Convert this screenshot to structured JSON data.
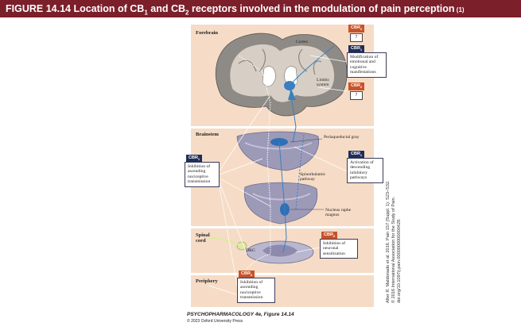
{
  "title": {
    "main": "FIGURE 14.14  Location of CB",
    "sub1": "1",
    "mid": " and CB",
    "sub2": "2",
    "rest": " receptors involved in the modulation of pain perception",
    "ref": " (1)"
  },
  "regions": {
    "forebrain": "Forebrain",
    "brainstem": "Brainstem",
    "spinal_cord": "Spinal cord",
    "periphery": "Periphery"
  },
  "labels": {
    "cortex": "Cortex",
    "limbic_system": "Limbic system",
    "periaqueductal_gray": "Periaqueductal gray",
    "spinothalamic_pathway": "Spinothalamic pathway",
    "nucleus_raphe_magnus": "Nucleus raphe magnus",
    "drg": "DRG"
  },
  "tags": {
    "cb1": "CBR",
    "sub1": "1",
    "cb2": "CBR",
    "sub2": "2",
    "question": "?"
  },
  "boxes": {
    "modification": "Modification of emotional and cognitive manifestations",
    "activation": "Activation of descending inhibitory pathways",
    "inhibition_ascending_left": "Inhibition of ascending nociceptive transmission",
    "inhibition_neuronal": "Inhibition of neuronal sensitization",
    "inhibition_ascending_periphery": "Inhibition of ascending nociceptive transmission"
  },
  "credit": {
    "book": "PSYCHOPHARMACOLOGY 4e, Figure 14.14",
    "copyright": "© 2023 Oxford University Press"
  },
  "source": "After R. Maldonado et al. 2016. Pain 157 (Suppl. 1): S23–S32. © 2016 International Association for the Study of Pain. doi.org/10.1097/j.pain.0000000000000428.",
  "colors": {
    "title_bg": "#7b1f2a",
    "panel_bg": "#f6dcc6",
    "cb1": "#1f2d5a",
    "cb2": "#c8532a",
    "pathway_blue": "#3a7fc0"
  }
}
